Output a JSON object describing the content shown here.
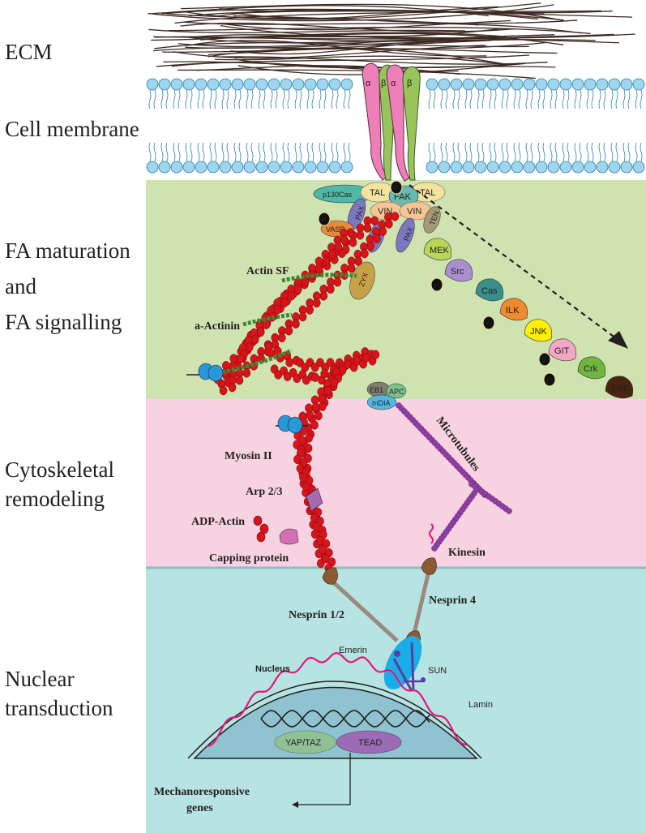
{
  "regions": {
    "ecm": "ECM",
    "membrane": "Cell membrane",
    "fa_line1": "FA maturation",
    "fa_line2": "and",
    "fa_line3": "FA signalling",
    "cyto_line1": "Cytoskeletal",
    "cyto_line2": "remodeling",
    "nuc_line1": "Nuclear",
    "nuc_line2": "transduction"
  },
  "integrin": {
    "alpha": "α",
    "beta": "β"
  },
  "phospho": "P",
  "fa_proteins": {
    "p130cas": "p130Cas",
    "tal": "TAL",
    "fak": "FAK",
    "vin": "VIN",
    "pax": "PAX",
    "vasp": "VASP",
    "ten": "TEN",
    "zyx": "ZYX"
  },
  "signalling_chain": [
    "MEK",
    "Src",
    "Cas",
    "ILK",
    "JNK",
    "GIT",
    "Crk",
    "ERK"
  ],
  "labels": {
    "actin_sf": "Actin SF",
    "a_actinin": "a-Actinin",
    "myosin": "Myosin II",
    "arp": "Arp 2/3",
    "adp_actin": "ADP-Actin",
    "capping": "Capping protein",
    "microtubules": "Microtubules",
    "kinesin": "Kinesin",
    "eb1": "EB1",
    "apc": "APC",
    "mdia": "mDIA",
    "nesprin12": "Nesprin 1/2",
    "nesprin4": "Nesprin 4",
    "emerin": "Emerin",
    "sun": "SUN",
    "nucleus": "Nucleus",
    "lamin": "Lamin",
    "yap": "YAP/TAZ",
    "tead": "TEAD",
    "genes_line1": "Mechanoresponsive",
    "genes_line2": "genes"
  },
  "colors": {
    "fa_band": "#cfe3b1",
    "cyto_band": "#f7d3e1",
    "nuc_band": "#b7e3e3",
    "membrane": "#9fd6ee",
    "actin": "#d7141a",
    "microtubule": "#8e3fa3",
    "kinesin_label": "#e4177b",
    "capping_label": "#9b3fa0",
    "a_actinin_label": "#2c8a2c",
    "emerin_label": "#2e3a8c",
    "lamin": "#e4177b"
  }
}
